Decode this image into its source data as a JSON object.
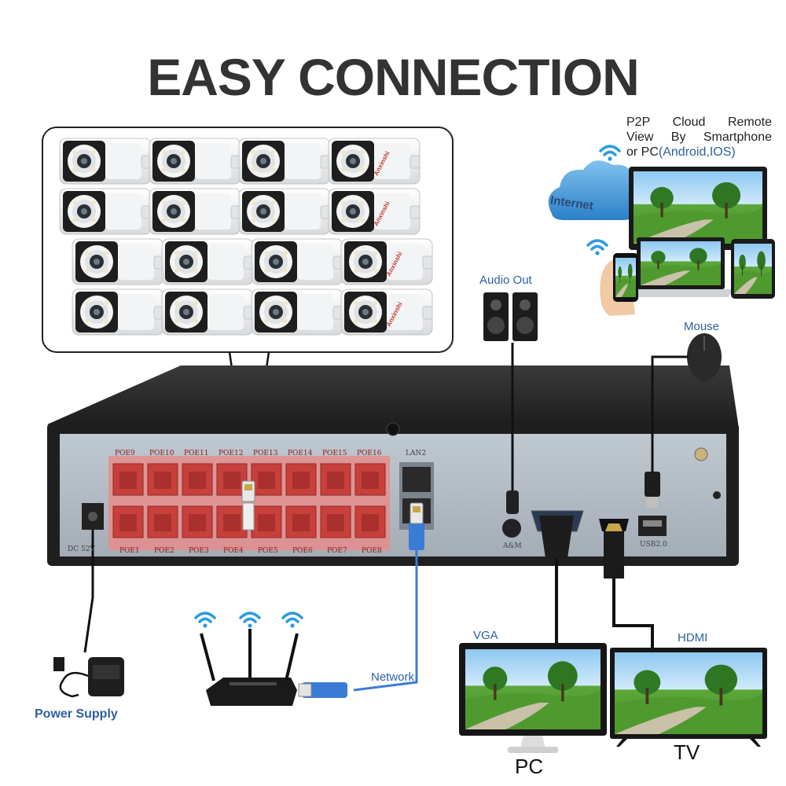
{
  "title": "EASY CONNECTION",
  "camera_brand": "Anxinshi",
  "cloud": {
    "line1": "P2P Cloud Remote",
    "line2": "View By Smartphone",
    "line3_prefix": "or PC",
    "line3_accent": "(Android,IOS)",
    "internet": "Internet"
  },
  "labels": {
    "audio_out": "Audio Out",
    "mouse": "Mouse",
    "vga": "VGA",
    "hdmi": "HDMI",
    "pc": "PC",
    "tv": "TV",
    "network": "Network",
    "power_supply": "Power Supply"
  },
  "nvr": {
    "poe_top": [
      "POE9",
      "POE10",
      "POE11",
      "POE12",
      "POE13",
      "POE14",
      "POE15",
      "POE16"
    ],
    "poe_bottom": [
      "POE1",
      "POE2",
      "POE3",
      "POE4",
      "POE5",
      "POE6",
      "POE7",
      "POE8"
    ],
    "lan": "LAN2",
    "dc": "DC 52V",
    "am": "A&M",
    "usb": "USB2.0"
  },
  "colors": {
    "label_blue": "#2d5fa0",
    "poe_red": "#d9534f",
    "network_cable": "#3a7bd5",
    "nvr_panel": "#aeb7c0"
  }
}
